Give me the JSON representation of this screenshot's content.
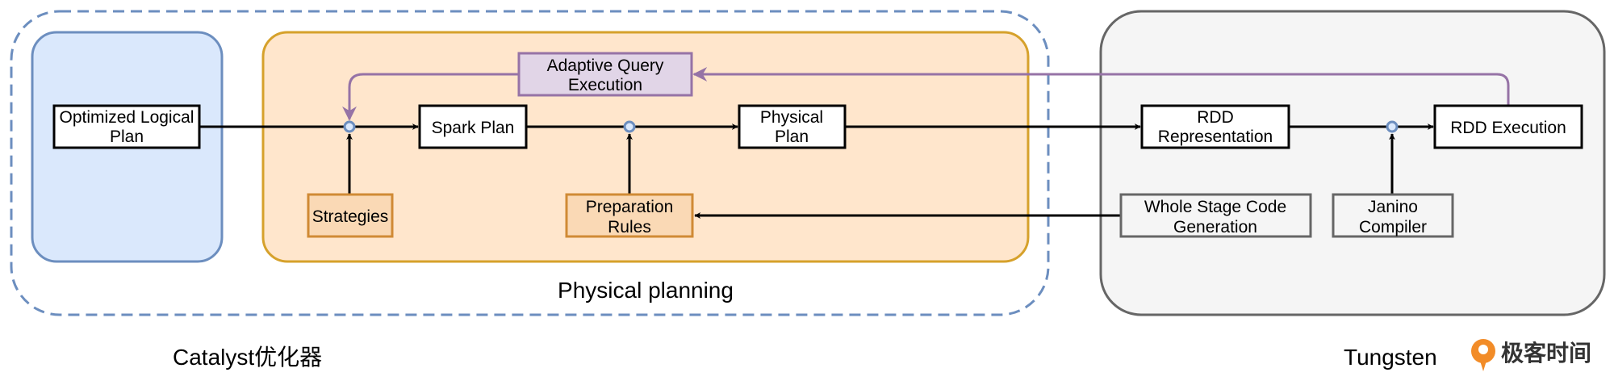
{
  "nodes": {
    "optimized_logical_plan": [
      "Optimized Logical",
      "Plan"
    ],
    "adaptive_query_execution": [
      "Adaptive Query",
      "Execution"
    ],
    "spark_plan": [
      "Spark Plan"
    ],
    "physical_plan": [
      "Physical",
      "Plan"
    ],
    "strategies": [
      "Strategies"
    ],
    "preparation_rules": [
      "Preparation",
      "Rules"
    ],
    "rdd_representation": [
      "RDD",
      "Representation"
    ],
    "rdd_execution": [
      "RDD Execution"
    ],
    "whole_stage_codegen": [
      "Whole Stage Code",
      "Generation"
    ],
    "janino_compiler": [
      "Janino",
      "Compiler"
    ]
  },
  "regions": {
    "physical_planning": "Physical planning",
    "catalyst": "Catalyst优化器",
    "tungsten": "Tungsten"
  },
  "logo": "极客时间",
  "colors": {
    "catalyst_border": "#6c8ebf",
    "blue_fill": "#dae8fc",
    "orange_fill": "#ffe6cc",
    "orange_border": "#d6a12b",
    "node_orange_fill": "#fad9b5",
    "node_orange_border": "#d08a35",
    "purple_fill": "#e1d5e7",
    "purple_border": "#9673a6",
    "tungsten_fill": "#f5f5f5",
    "tungsten_border": "#666666",
    "logo_orange": "#f28c28"
  }
}
